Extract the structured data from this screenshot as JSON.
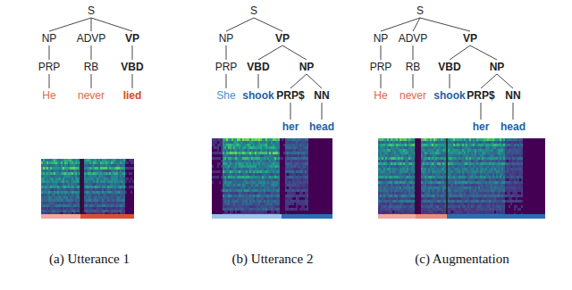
{
  "diagram": {
    "nodes": [
      {
        "text": [
          "S"
        ]
      },
      {
        "text": [
          "NP"
        ]
      },
      {
        "text": [
          "ADVP"
        ]
      },
      {
        "text": [
          "VP"
        ]
      },
      {
        "text": [
          "PRP"
        ]
      },
      {
        "text": [
          "RB"
        ]
      },
      {
        "text": [
          "VBD"
        ]
      },
      {
        "text": [
          "He"
        ]
      },
      {
        "text": [
          "never"
        ]
      },
      {
        "text": [
          "lied"
        ]
      },
      {
        "text": [
          "S"
        ]
      },
      {
        "text": [
          "NP"
        ]
      },
      {
        "text": [
          "VP"
        ]
      },
      {
        "text": [
          "PRP"
        ]
      },
      {
        "text": [
          "VBD"
        ]
      },
      {
        "text": [
          "NP"
        ]
      },
      {
        "text": [
          "She"
        ]
      },
      {
        "text": [
          "shook"
        ]
      },
      {
        "text": [
          "PRP$"
        ]
      },
      {
        "text": [
          "NN"
        ]
      },
      {
        "text": [
          "her"
        ]
      },
      {
        "text": [
          "head"
        ]
      },
      {
        "text": [
          "S"
        ]
      },
      {
        "text": [
          "NP"
        ]
      },
      {
        "text": [
          "ADVP"
        ]
      },
      {
        "text": [
          "VP"
        ]
      },
      {
        "text": [
          "PRP"
        ]
      },
      {
        "text": [
          "RB"
        ]
      },
      {
        "text": [
          "VBD"
        ]
      },
      {
        "text": [
          "NP"
        ]
      },
      {
        "text": [
          "He"
        ]
      },
      {
        "text": [
          "never"
        ]
      },
      {
        "text": [
          "shook"
        ]
      },
      {
        "text": [
          "PRP$"
        ]
      },
      {
        "text": [
          "NN"
        ]
      },
      {
        "text": [
          "her"
        ]
      },
      {
        "text": [
          "head"
        ]
      }
    ],
    "edges": [
      {
        "from": 0,
        "to": 1,
        "arrow": "none"
      },
      {
        "from": 0,
        "to": 2,
        "arrow": "none"
      },
      {
        "from": 0,
        "to": 3,
        "arrow": "none"
      },
      {
        "from": 1,
        "to": 4,
        "arrow": "none"
      },
      {
        "from": 2,
        "to": 5,
        "arrow": "none"
      },
      {
        "from": 3,
        "to": 6,
        "arrow": "none"
      },
      {
        "from": 4,
        "to": 7,
        "arrow": "none"
      },
      {
        "from": 5,
        "to": 8,
        "arrow": "none"
      },
      {
        "from": 6,
        "to": 9,
        "arrow": "none"
      },
      {
        "from": 10,
        "to": 11,
        "arrow": "none"
      },
      {
        "from": 10,
        "to": 12,
        "arrow": "none"
      },
      {
        "from": 11,
        "to": 13,
        "arrow": "none"
      },
      {
        "from": 12,
        "to": 14,
        "arrow": "none"
      },
      {
        "from": 12,
        "to": 15,
        "arrow": "none"
      },
      {
        "from": 13,
        "to": 16,
        "arrow": "none"
      },
      {
        "from": 14,
        "to": 17,
        "arrow": "none"
      },
      {
        "from": 15,
        "to": 18,
        "arrow": "none"
      },
      {
        "from": 15,
        "to": 19,
        "arrow": "none"
      },
      {
        "from": 18,
        "to": 20,
        "arrow": "none"
      },
      {
        "from": 19,
        "to": 21,
        "arrow": "none"
      },
      {
        "from": 22,
        "to": 23,
        "arrow": "none"
      },
      {
        "from": 22,
        "to": 24,
        "arrow": "none"
      },
      {
        "from": 22,
        "to": 25,
        "arrow": "none"
      },
      {
        "from": 23,
        "to": 26,
        "arrow": "none"
      },
      {
        "from": 24,
        "to": 27,
        "arrow": "none"
      },
      {
        "from": 25,
        "to": 28,
        "arrow": "none"
      },
      {
        "from": 25,
        "to": 29,
        "arrow": "none"
      },
      {
        "from": 26,
        "to": 30,
        "arrow": "none"
      },
      {
        "from": 27,
        "to": 31,
        "arrow": "none"
      },
      {
        "from": 28,
        "to": 32,
        "arrow": "none"
      },
      {
        "from": 29,
        "to": 33,
        "arrow": "none"
      },
      {
        "from": 29,
        "to": 34,
        "arrow": "none"
      },
      {
        "from": 33,
        "to": 35,
        "arrow": "none"
      },
      {
        "from": 34,
        "to": 36,
        "arrow": "none"
      }
    ],
    "labels": [
      "(a) Utterance 1",
      "(b) Utterance 2",
      "(c) Augmentation"
    ]
  }
}
